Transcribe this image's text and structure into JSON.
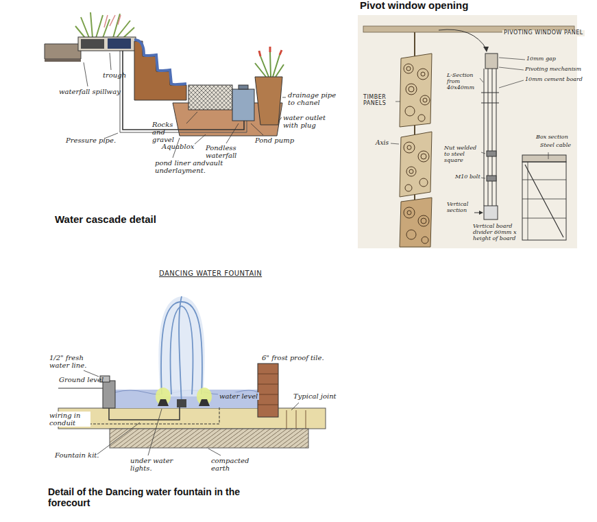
{
  "diagram": {
    "labels": [
      "Pivot window opening",
      "trough",
      "waterfall spillway",
      "Pressure pipe.",
      "Rocks and gravel",
      "Aquablox",
      "Pondless waterfall vault",
      "pond liner and underlayment.",
      "Pond pump",
      "drainage pipe to chanel",
      "water outlet with plug",
      "Water cascade detail",
      "PIVOTING WINDOW PANEL",
      "TIMBER PANELS",
      "Axis",
      "L-Section from 40x40mm",
      "10mm gap",
      "Pivoting mechanism",
      "10mm cement board",
      "Nut welded to steel square",
      "M10 bolt",
      "Vertical section",
      "Vertical board divider 60mm x height of board",
      "Box section",
      "Steel cable",
      "DANCING WATER FOUNTAIN",
      "1/2\" fresh water line.",
      "Ground level",
      "wiring in conduit",
      "Fountain kit.",
      "under water lights.",
      "compacted earth",
      "water level",
      "6\" frost proof tile.",
      "Typical joint",
      "Detail of the Dancing water fountain in the forecourt"
    ]
  }
}
